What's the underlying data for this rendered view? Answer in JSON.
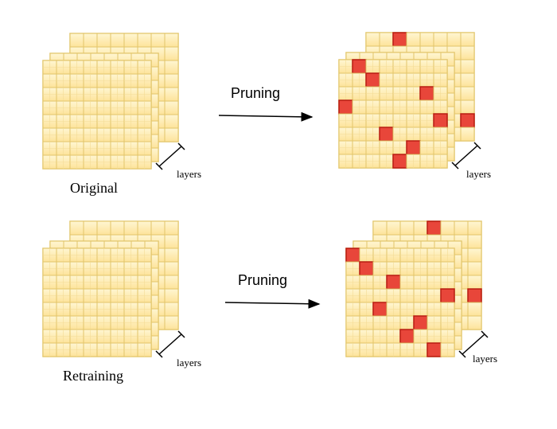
{
  "labels": {
    "original": "Original",
    "retraining": "Retraining",
    "pruning_top": "Pruning",
    "pruning_bottom": "Pruning",
    "layers": "layers"
  },
  "grid_size": 8,
  "colors": {
    "cell_light": "#fff3c4",
    "cell_dark": "#fde7a0",
    "cell_border": "#e2c56a",
    "pruned": "#e8463a",
    "pruned_border": "#b81c12"
  },
  "stacks": [
    {
      "name": "original",
      "front_pruned": [],
      "back_pruned": []
    },
    {
      "name": "pruned-top",
      "front_pruned": [
        [
          1,
          0
        ],
        [
          2,
          1
        ],
        [
          6,
          2
        ],
        [
          0,
          3
        ],
        [
          7,
          4
        ],
        [
          3,
          5
        ],
        [
          5,
          6
        ],
        [
          4,
          7
        ]
      ],
      "back_pruned": [
        [
          2,
          0
        ],
        [
          7,
          6
        ]
      ]
    },
    {
      "name": "retraining",
      "front_pruned": [],
      "back_pruned": []
    },
    {
      "name": "pruned-bottom",
      "front_pruned": [
        [
          0,
          0
        ],
        [
          1,
          1
        ],
        [
          3,
          2
        ],
        [
          7,
          3
        ],
        [
          2,
          4
        ],
        [
          5,
          5
        ],
        [
          4,
          6
        ],
        [
          6,
          7
        ]
      ],
      "back_pruned": [
        [
          4,
          0
        ],
        [
          7,
          5
        ]
      ]
    }
  ]
}
